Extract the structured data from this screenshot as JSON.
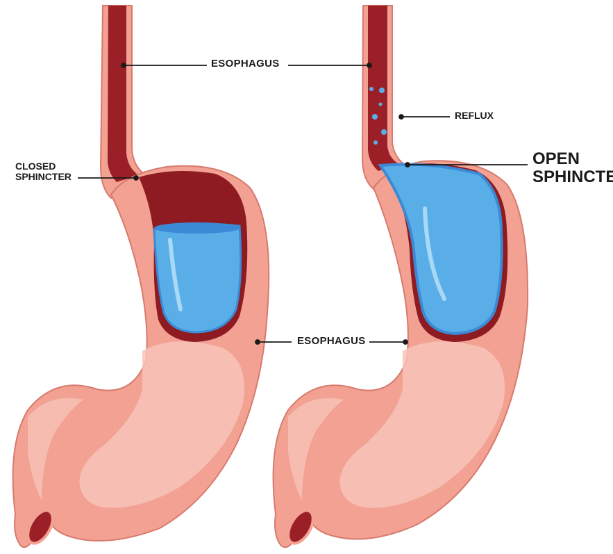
{
  "labels": {
    "esophagus_top": "ESOPHAGUS",
    "closed_sphincter": "CLOSED\nSPHINCTER",
    "reflux": "REFLUX",
    "open_sphincter": "OPEN\nSPHINCTER",
    "esophagus_middle": "ESOPHAGUS"
  },
  "colors": {
    "stomach_skin": "#f2a193",
    "stomach_outline": "#d77a6d",
    "stomach_highlight": "#f8c3b8",
    "stomach_inner_dark": "#8e1b22",
    "esophagus_dark": "#9b1f26",
    "acid_blue": "#5aaee8",
    "acid_blue_dark": "#3a8ad6",
    "line": "#1a1a1a"
  }
}
